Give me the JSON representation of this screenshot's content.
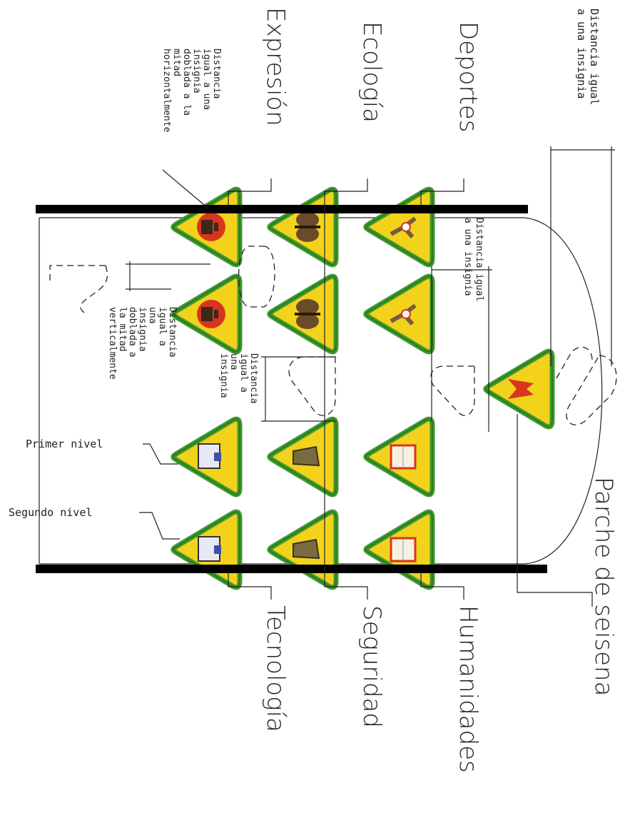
{
  "labels": {
    "deportes": "Deportes",
    "ecologia": "Ecología",
    "expresion": "Expresión",
    "humanidades": "Humanidades",
    "seguridad": "Seguridad",
    "tecnologia": "Tecnología",
    "parche": "Parche de seisena",
    "primer_nivel": "Primer nivel",
    "segundo_nivel": "Segundo nivel"
  },
  "notes": {
    "top_dimension": [
      "Distancia igual",
      "a una insignia"
    ],
    "badge_gap": [
      "Distancia igual",
      "a una insignia"
    ],
    "vertical_fold": [
      "Distancia",
      "igual a",
      "una",
      "insignia",
      "doblada a",
      "la mitad",
      "verticalmente"
    ],
    "horizontal_fold": [
      "Distancia",
      "igual a una",
      "insignia",
      "doblada a la",
      "mitad",
      "horizontalmente"
    ],
    "center_gap": [
      "Distancia",
      "igual a",
      "una",
      "insignia"
    ]
  },
  "colors": {
    "badge_fill": "#f3d21c",
    "badge_border": "#3f9a2d",
    "badge_border_dark": "#2a6e1e",
    "emblem_red": "#d8351f",
    "bar": "#000000"
  },
  "badges": [
    {
      "group": "deportes",
      "icon": "runner-icon"
    },
    {
      "group": "ecologia",
      "icon": "butterfly-icon"
    },
    {
      "group": "expresion",
      "icon": "theater-icon"
    },
    {
      "group": "humanidades",
      "icon": "book-icon"
    },
    {
      "group": "seguridad",
      "icon": "glove-icon"
    },
    {
      "group": "tecnologia",
      "icon": "computer-icon"
    },
    {
      "group": "parche",
      "icon": "flame-icon"
    }
  ]
}
